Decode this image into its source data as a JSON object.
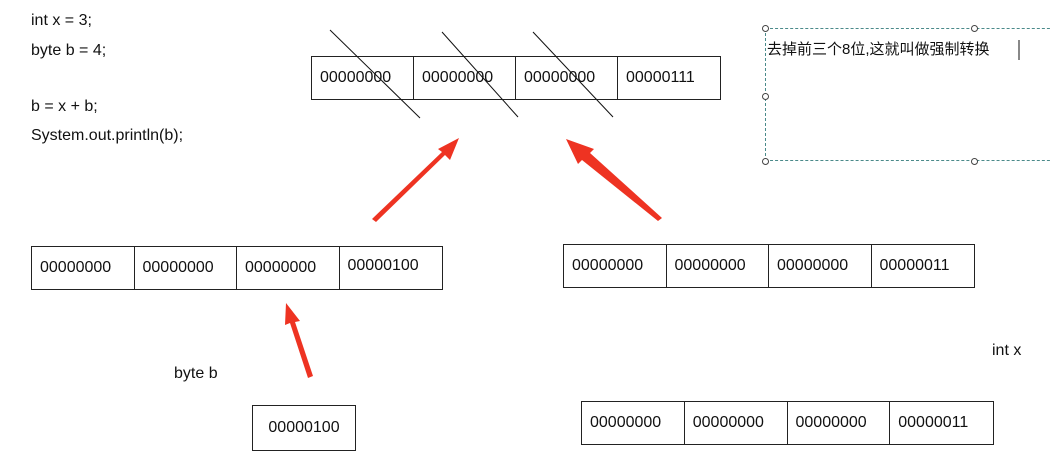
{
  "code": [
    "int x = 3;",
    "byte b = 4;",
    "",
    "b = x + b;",
    "System.out.println(b);"
  ],
  "result_row": [
    "00000000",
    "00000000",
    "00000000",
    "00000111"
  ],
  "note": "去掉前三个8位,这就叫做强制转换",
  "promoted_b_row": [
    "00000000",
    "00000000",
    "00000000",
    "00000100"
  ],
  "x_row_mid": [
    "00000000",
    "00000000",
    "00000000",
    "00000011"
  ],
  "byte_b_label": "byte b",
  "byte_b_value": "00000100",
  "int_x_label": "int x",
  "int_x_row": [
    "00000000",
    "00000000",
    "00000000",
    "00000011"
  ],
  "colors": {
    "arrow": "#ee3322",
    "border": "#222222",
    "selection": "#4a8a8a"
  }
}
